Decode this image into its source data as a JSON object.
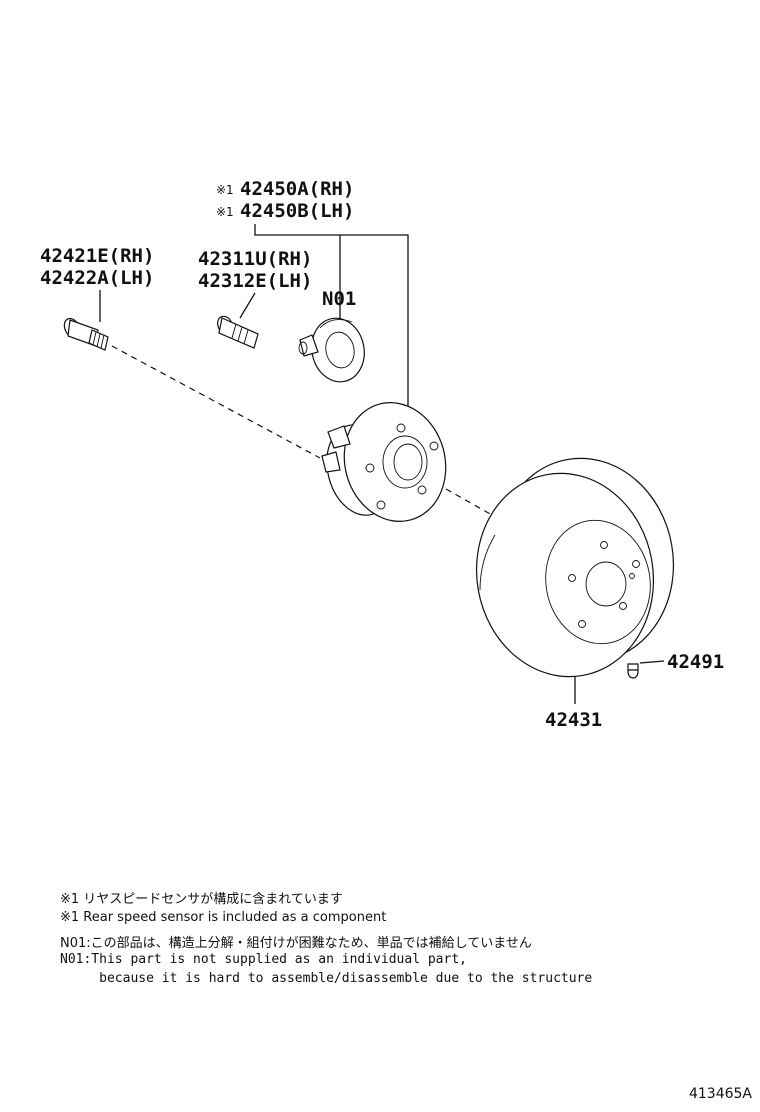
{
  "callouts": {
    "hub_assembly": {
      "mark": "※1",
      "rh": "42450A(RH)",
      "lh": "42450B(LH)"
    },
    "hub_bolt_long": {
      "rh": "42421E(RH)",
      "lh": "42422A(LH)"
    },
    "hub_bolt_short": {
      "rh": "42311U(RH)",
      "lh": "42312E(LH)"
    },
    "bearing": "N01",
    "disc": "42431",
    "screw": "42491"
  },
  "notes": {
    "sensor_jp": "※1 リヤスピードセンサが構成に含まれています",
    "sensor_en": "※1 Rear speed sensor is included as a component",
    "n01_jp": "N01:この部品は、構造上分解・組付けが困難なため、単品では補給していません",
    "n01_en_1": "N01:This part is not supplied as an individual part,",
    "n01_en_2": "     because it is hard to assemble/disassemble due to the structure"
  },
  "figure_id": "413465A"
}
